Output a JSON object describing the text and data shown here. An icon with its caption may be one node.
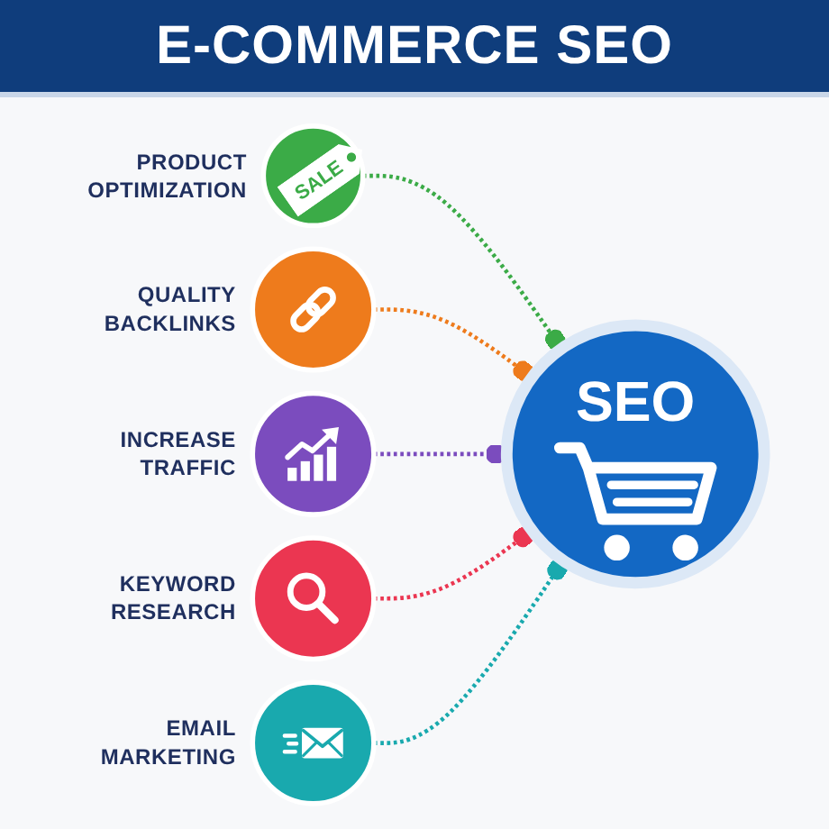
{
  "diagram": {
    "title": "E-COMMERCE SEO",
    "nodes": [
      {
        "text": [
          "SALE"
        ],
        "beside": [
          "PRODUCT OPTIMIZATION"
        ]
      },
      {
        "text": [],
        "shape": "circle",
        "beside": [
          "QUALITY BACKLINKS"
        ]
      },
      {
        "text": [
          "SEO"
        ]
      },
      {
        "text": [],
        "shape": "circle",
        "beside": [
          "INCREASE TRAFFIC"
        ]
      },
      {
        "text": [],
        "shape": "circle",
        "beside": [
          "KEYWORD RESEARCH"
        ]
      },
      {
        "text": [],
        "shape": "circle",
        "beside": [
          "EMAIL MARKETING"
        ]
      }
    ],
    "edges": [
      {
        "from": 0,
        "to": 2,
        "arrow": "other",
        "style": "dashed",
        "color": "#3bab47"
      },
      {
        "from": 1,
        "to": 2,
        "arrow": "other",
        "style": "dashed",
        "color": "#ee7b1c"
      },
      {
        "from": 3,
        "to": 2,
        "arrow": "other",
        "style": "dashed",
        "color": "#7b4cbe"
      },
      {
        "from": 4,
        "to": 2,
        "arrow": "other",
        "style": "dashed",
        "color": "#eb3651"
      },
      {
        "from": 5,
        "to": 2,
        "arrow": "other",
        "style": "dashed",
        "color": "#19a9ae"
      }
    ]
  }
}
